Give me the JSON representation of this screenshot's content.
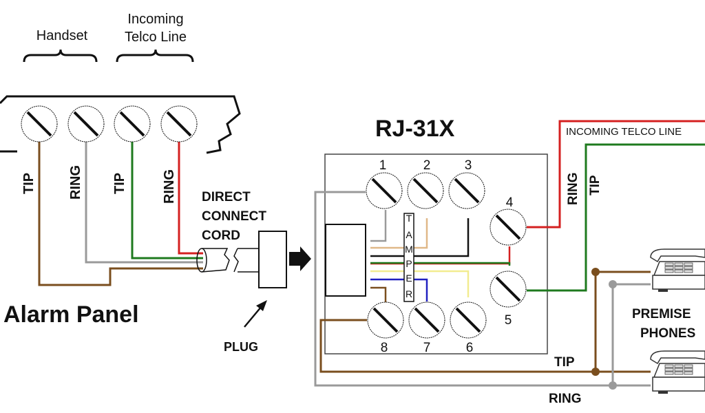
{
  "labels": {
    "handset": "Handset",
    "incoming_telco_line_1": "Incoming",
    "incoming_telco_line_2": "Telco Line",
    "alarm_panel": "Alarm Panel",
    "panel_terminals": [
      "TIP",
      "RING",
      "TIP",
      "RING"
    ],
    "direct_connect_cord": [
      "DIRECT",
      "CONNECT",
      "CORD"
    ],
    "plug": "PLUG",
    "rj31x": "RJ-31X",
    "tamper_letters": [
      "T",
      "A",
      "M",
      "P",
      "E",
      "R"
    ],
    "terminal_numbers": [
      "1",
      "2",
      "3",
      "4",
      "5",
      "6",
      "7",
      "8"
    ],
    "incoming_line_caps": "INCOMING TELCO LINE",
    "incoming_ring": "RING",
    "incoming_tip": "TIP",
    "premise_phones_1": "PREMISE",
    "premise_phones_2": "PHONES",
    "premise_tip": "TIP",
    "premise_ring": "RING"
  },
  "colors": {
    "tip_brown": "#7a4e1e",
    "ring_gray": "#9a9a9a",
    "red": "#d42020",
    "green": "#1e7a1e",
    "tan": "#e0b888",
    "black": "#111111",
    "yellow": "#f2ec90",
    "blue": "#2020c0"
  }
}
